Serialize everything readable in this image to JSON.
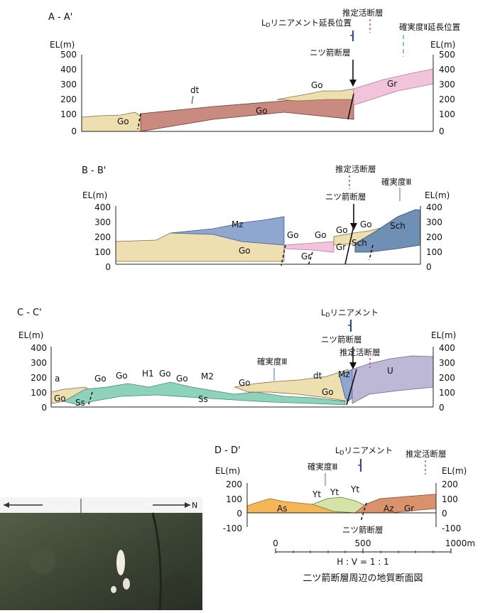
{
  "common": {
    "el_label": "EL(m)",
    "fault_name": "ニツ箭断層",
    "active_fault_label": "推定活断層",
    "ld_lineament_label": "リニアメント",
    "ld_prefix_main": "L",
    "ld_prefix_sub": "D",
    "ld_extension_suffix": "リニアメント延長位置",
    "conf2_extension_label": "確実度Ⅱ延長位置",
    "conf3_label": "確実度Ⅲ"
  },
  "sections": {
    "a": {
      "title": "A - A'",
      "ticks": [
        "500",
        "400",
        "300",
        "200",
        "100",
        "0"
      ],
      "units": [
        "Go",
        "dt",
        "Go",
        "Go",
        "Gr"
      ]
    },
    "b": {
      "title": "B - B'",
      "ticks": [
        "400",
        "300",
        "200",
        "100",
        "0"
      ],
      "units": [
        "Mz",
        "Go",
        "Go",
        "Go",
        "Gr",
        "Go",
        "Gr",
        "Go",
        "Sch",
        "Sch"
      ]
    },
    "c": {
      "title": "C - C'",
      "ticks": [
        "400",
        "300",
        "200",
        "100",
        "0"
      ],
      "units": [
        "a",
        "Go",
        "Ss",
        "Go",
        "Go",
        "H1",
        "Go",
        "Go",
        "M2",
        "Ss",
        "Go",
        "dt",
        "Mz",
        "Go",
        "U"
      ]
    },
    "d": {
      "title": "D - D'",
      "ticks": [
        "200",
        "100",
        "0",
        "-100"
      ],
      "units": [
        "As",
        "Yt",
        "Yt",
        "Yt",
        "Az",
        "Gr"
      ]
    }
  },
  "scale": {
    "ticks": [
      "0",
      "500",
      "1000m"
    ],
    "ratio": "H : V = 1 : 1",
    "caption": "二ツ箭断層周辺の地質断面図"
  },
  "photo": {
    "north_label": "N"
  },
  "colors": {
    "go": "#eedfb0",
    "dt": "#c98b80",
    "gr": "#f1c4dc",
    "mz": "#8fa7cf",
    "sch": "#6f8fb5",
    "ss": "#8fd2bb",
    "u": "#bdb8d6",
    "as": "#f3b758",
    "az": "#d9926b",
    "yt": "#d6e3a8",
    "ld_marker": "#2c4f8a",
    "active_marker": "#c01c6a",
    "conf_marker": "#5b9bd5"
  }
}
